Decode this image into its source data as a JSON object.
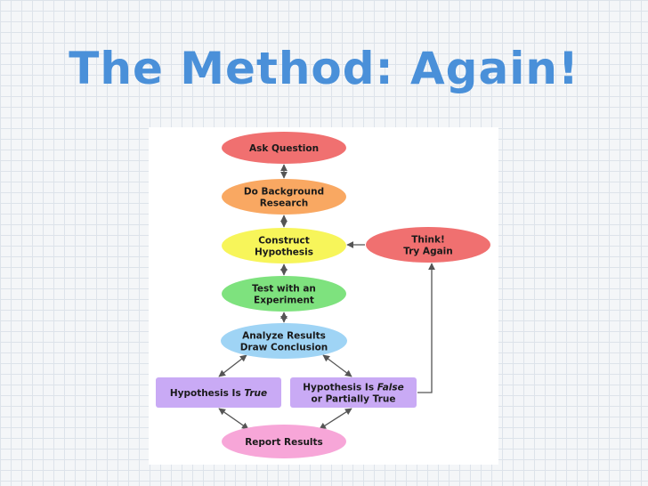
{
  "slide": {
    "title": "The Method: Again!",
    "title_color": "#4a90d9",
    "background_color": "#f4f6f8",
    "grid_color": "#dde3ea"
  },
  "diagram": {
    "line_color": "#555555",
    "nodes": [
      {
        "id": "ask",
        "shape": "ellipse",
        "fill": "#f07070",
        "lines": [
          "Ask Question"
        ]
      },
      {
        "id": "research",
        "shape": "ellipse",
        "fill": "#f9a862",
        "lines": [
          "Do Background",
          "Research"
        ]
      },
      {
        "id": "hypothesis",
        "shape": "ellipse",
        "fill": "#f7f55a",
        "lines": [
          "Construct",
          "Hypothesis"
        ]
      },
      {
        "id": "think",
        "shape": "ellipse",
        "fill": "#f07070",
        "lines": [
          "Think!",
          "Try Again"
        ]
      },
      {
        "id": "experiment",
        "shape": "ellipse",
        "fill": "#7ee27e",
        "lines": [
          "Test with an",
          "Experiment"
        ]
      },
      {
        "id": "analyze",
        "shape": "ellipse",
        "fill": "#9fd4f5",
        "lines": [
          "Analyze Results",
          "Draw Conclusion"
        ]
      },
      {
        "id": "true",
        "shape": "rect",
        "fill": "#c9aaf5",
        "lines": [
          {
            "text": "Hypothesis Is ",
            "italic": "True"
          }
        ]
      },
      {
        "id": "false",
        "shape": "rect",
        "fill": "#c9aaf5",
        "lines": [
          {
            "text": "Hypothesis Is ",
            "italic": "False"
          },
          "or Partially True"
        ]
      },
      {
        "id": "report",
        "shape": "ellipse",
        "fill": "#f7a6d8",
        "lines": [
          "Report Results"
        ]
      }
    ],
    "edges": [
      {
        "from": "ask",
        "to": "research"
      },
      {
        "from": "research",
        "to": "hypothesis"
      },
      {
        "from": "hypothesis",
        "to": "experiment"
      },
      {
        "from": "experiment",
        "to": "analyze"
      },
      {
        "from": "analyze",
        "to": "true"
      },
      {
        "from": "analyze",
        "to": "false"
      },
      {
        "from": "true",
        "to": "report"
      },
      {
        "from": "false",
        "to": "report"
      },
      {
        "from": "false",
        "to": "think"
      },
      {
        "from": "think",
        "to": "hypothesis"
      }
    ]
  }
}
